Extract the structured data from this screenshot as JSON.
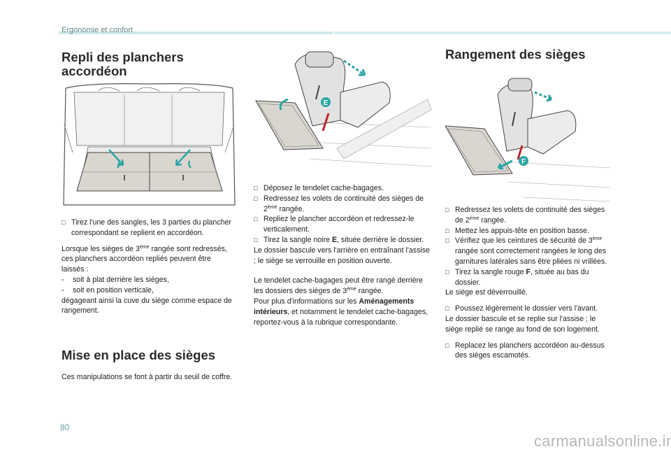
{
  "header": {
    "section": "Ergonomie et confort"
  },
  "left": {
    "title": "Repli des planchers accordéon",
    "bullet1": "Tirez l'une des sangles, les 3 parties du plancher correspondant se replient en accordéon.",
    "para1_a": "Lorsque les sièges de 3",
    "para1_sup": "ème",
    "para1_b": " rangée sont redressés, ces planchers accordéon repliés peuvent être laissés :",
    "dash1": "soit à plat derrière les sièges,",
    "dash2": "soit en position verticale,",
    "para2": "dégageant ainsi la cuve du siège comme espace de rangement.",
    "title2": "Mise en place des sièges",
    "para3": "Ces manipulations se font à partir du seuil de coffre."
  },
  "middle": {
    "figure_label": "E",
    "b1": "Déposez le tendelet cache-bagages.",
    "b2_a": "Redressez les volets de continuité des sièges de 2",
    "b2_sup": "ème",
    "b2_b": " rangée.",
    "b3": "Repliez le plancher accordéon et redressez-le verticalement.",
    "b4_a": "Tirez la sangle noire ",
    "b4_bold": "E",
    "b4_b": ", située derrière le dossier.",
    "para1": "Le dossier bascule vers l'arrière en entraînant l'assise ; le siège se verrouille en position ouverte.",
    "para2_a": "Le tendelet cache-bagages peut être rangé derrière les dossiers des sièges de 3",
    "para2_sup": "ème",
    "para2_b": " rangée.",
    "para3_a": "Pour plus d'informations sur les ",
    "para3_bold": "Aménagements intérieurs",
    "para3_b": ", et notamment le tendelet cache-bagages, reportez-vous à la rubrique correspondante."
  },
  "right": {
    "title": "Rangement des sièges",
    "figure_label": "F",
    "b1_a": "Redressez les volets de continuité des sièges de 2",
    "b1_sup": "ème",
    "b1_b": " rangée.",
    "b2": "Mettez les appuis-tête en position basse.",
    "b3_a": "Vérifiez que les ceintures de sécurité de 3",
    "b3_sup": "ème",
    "b3_b": " rangée sont correctement rangées le long des garnitures latérales sans être pliées ni vrillées.",
    "b4_a": "Tirez la sangle rouge ",
    "b4_bold": "F",
    "b4_b": ", située au bas du dossier.",
    "para1": "Le siège est déverrouillé.",
    "b5": "Poussez légèrement le dossier vers l'avant.",
    "para2": "Le dossier bascule et se replie sur l'assise ; le siège replié se range au fond de son logement.",
    "b6": "Replacez les planchers accordéon au-dessus des sièges escamotés."
  },
  "footer": {
    "page_number": "80",
    "watermark": "carmanualsonline.info"
  },
  "colors": {
    "accent_teal": "#3a9a9a",
    "marker_teal": "#2aa5a5",
    "strap_red": "#c0262b"
  },
  "icons": {
    "bullet": "square-checkbox-icon"
  }
}
